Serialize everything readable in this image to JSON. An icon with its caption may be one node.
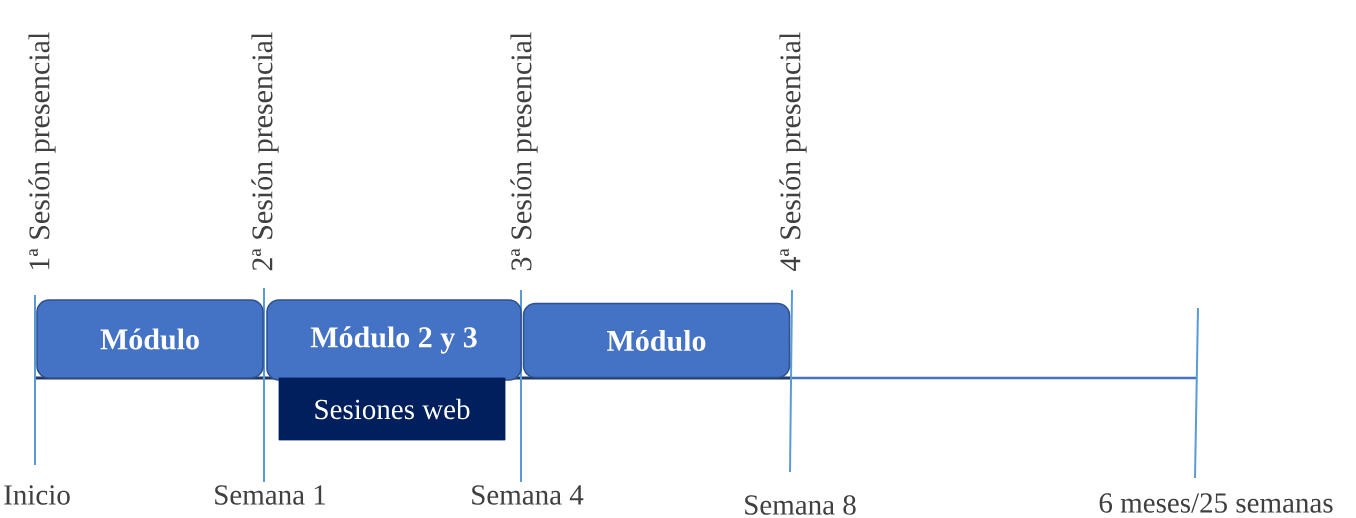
{
  "diagram": {
    "nodes": [
      {
        "text": [
          "Módulo"
        ]
      },
      {
        "text": [
          "Módulo 2 y 3"
        ]
      },
      {
        "text": [
          "Módulo"
        ]
      },
      {
        "text": [
          "Sesiones web"
        ]
      }
    ],
    "labels": [
      "1ª Sesión presencial",
      "2ª Sesión presencial",
      "3ª Sesión presencial",
      "4ª Sesión presencial",
      "Inicio",
      "Semana 1",
      "Semana 4",
      "Semana 8",
      "6 meses/25 semanas"
    ]
  }
}
